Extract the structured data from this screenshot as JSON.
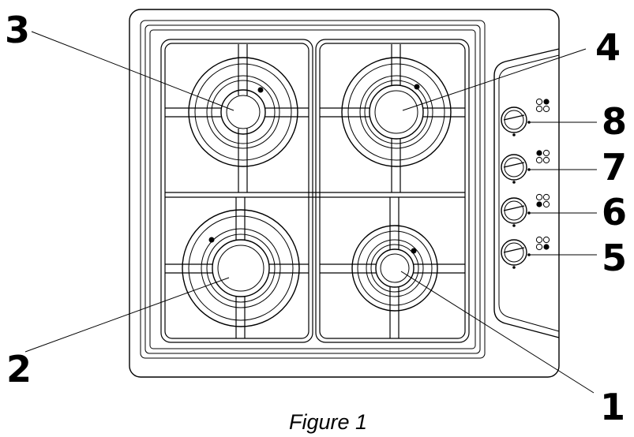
{
  "figure": {
    "caption": "Figure 1"
  },
  "callouts": [
    {
      "label": "1",
      "part": "burner"
    },
    {
      "label": "2",
      "part": "burner"
    },
    {
      "label": "3",
      "part": "burner"
    },
    {
      "label": "4",
      "part": "burner"
    },
    {
      "label": "5",
      "part": "control-knob"
    },
    {
      "label": "6",
      "part": "control-knob"
    },
    {
      "label": "7",
      "part": "control-knob"
    },
    {
      "label": "8",
      "part": "control-knob"
    }
  ]
}
